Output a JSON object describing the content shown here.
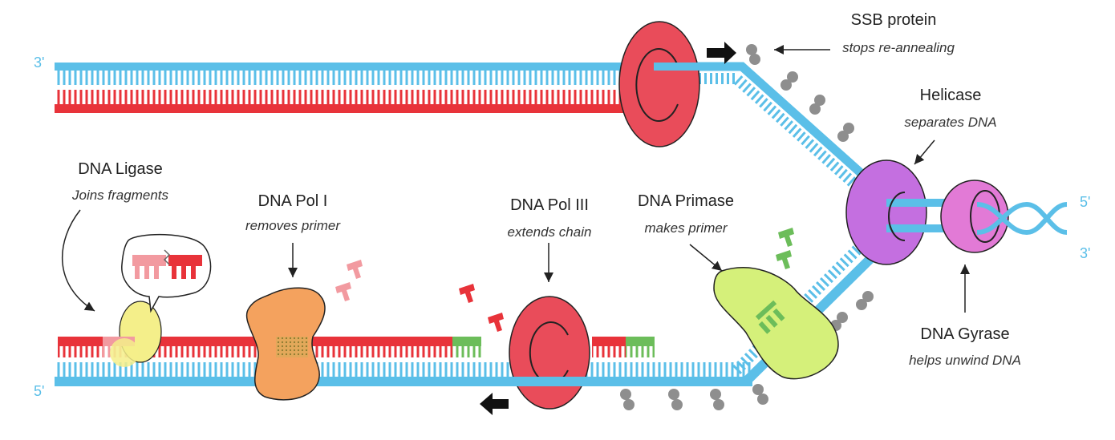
{
  "labels": {
    "ssb": {
      "title": "SSB protein",
      "subtitle": "stops re-annealing"
    },
    "helicase": {
      "title": "Helicase",
      "subtitle": "separates DNA"
    },
    "ligase": {
      "title": "DNA Ligase",
      "subtitle": "Joins fragments"
    },
    "pol1": {
      "title": "DNA Pol I",
      "subtitle": "removes primer"
    },
    "pol3": {
      "title": "DNA Pol III",
      "subtitle": "extends chain"
    },
    "primase": {
      "title": "DNA Primase",
      "subtitle": "makes primer"
    },
    "gyrase": {
      "title": "DNA Gyrase",
      "subtitle": "helps unwind DNA"
    }
  },
  "strand_ends": {
    "top_left": "3'",
    "bottom_left": "5'",
    "right_top": "5'",
    "right_bottom": "3'"
  },
  "colors": {
    "template_strand": "#5bbfe8",
    "new_strand": "#e8333a",
    "primer": "#6cbd5a",
    "polymerase": "#e94c5a",
    "helicase": "#c46fe0",
    "gyrase": "#e27ad6",
    "primase": "#d5f07a",
    "pol1": "#f4a25e",
    "ligase": "#f4ef8a",
    "ssb": "#8e8e8e"
  }
}
